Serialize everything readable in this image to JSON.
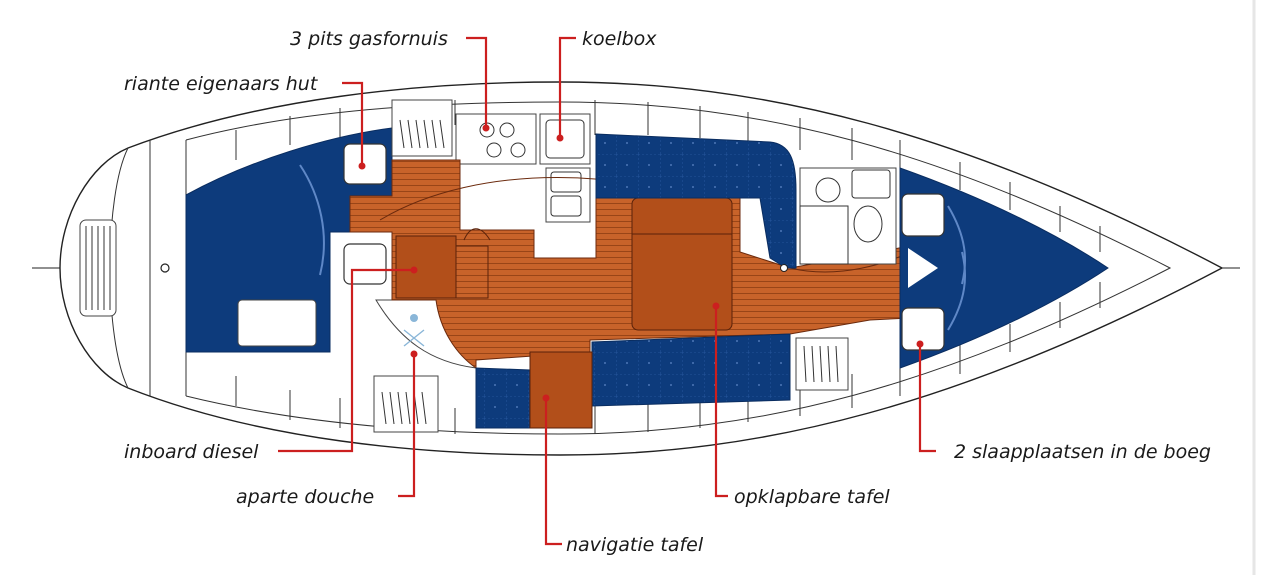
{
  "callouts": {
    "stove": "3 pits gasfornuis",
    "coolbox": "koelbox",
    "owner_cabin": "riante eigenaars hut",
    "engine": "inboard diesel",
    "shower": "aparte douche",
    "nav_table": "navigatie tafel",
    "folding_table": "opklapbare tafel",
    "bow_berths": "2 slaapplaatsen in de boeg"
  },
  "colors": {
    "cushion": "#0d3b7c",
    "floor": "#c8632a",
    "leader": "#cc1f1f"
  }
}
